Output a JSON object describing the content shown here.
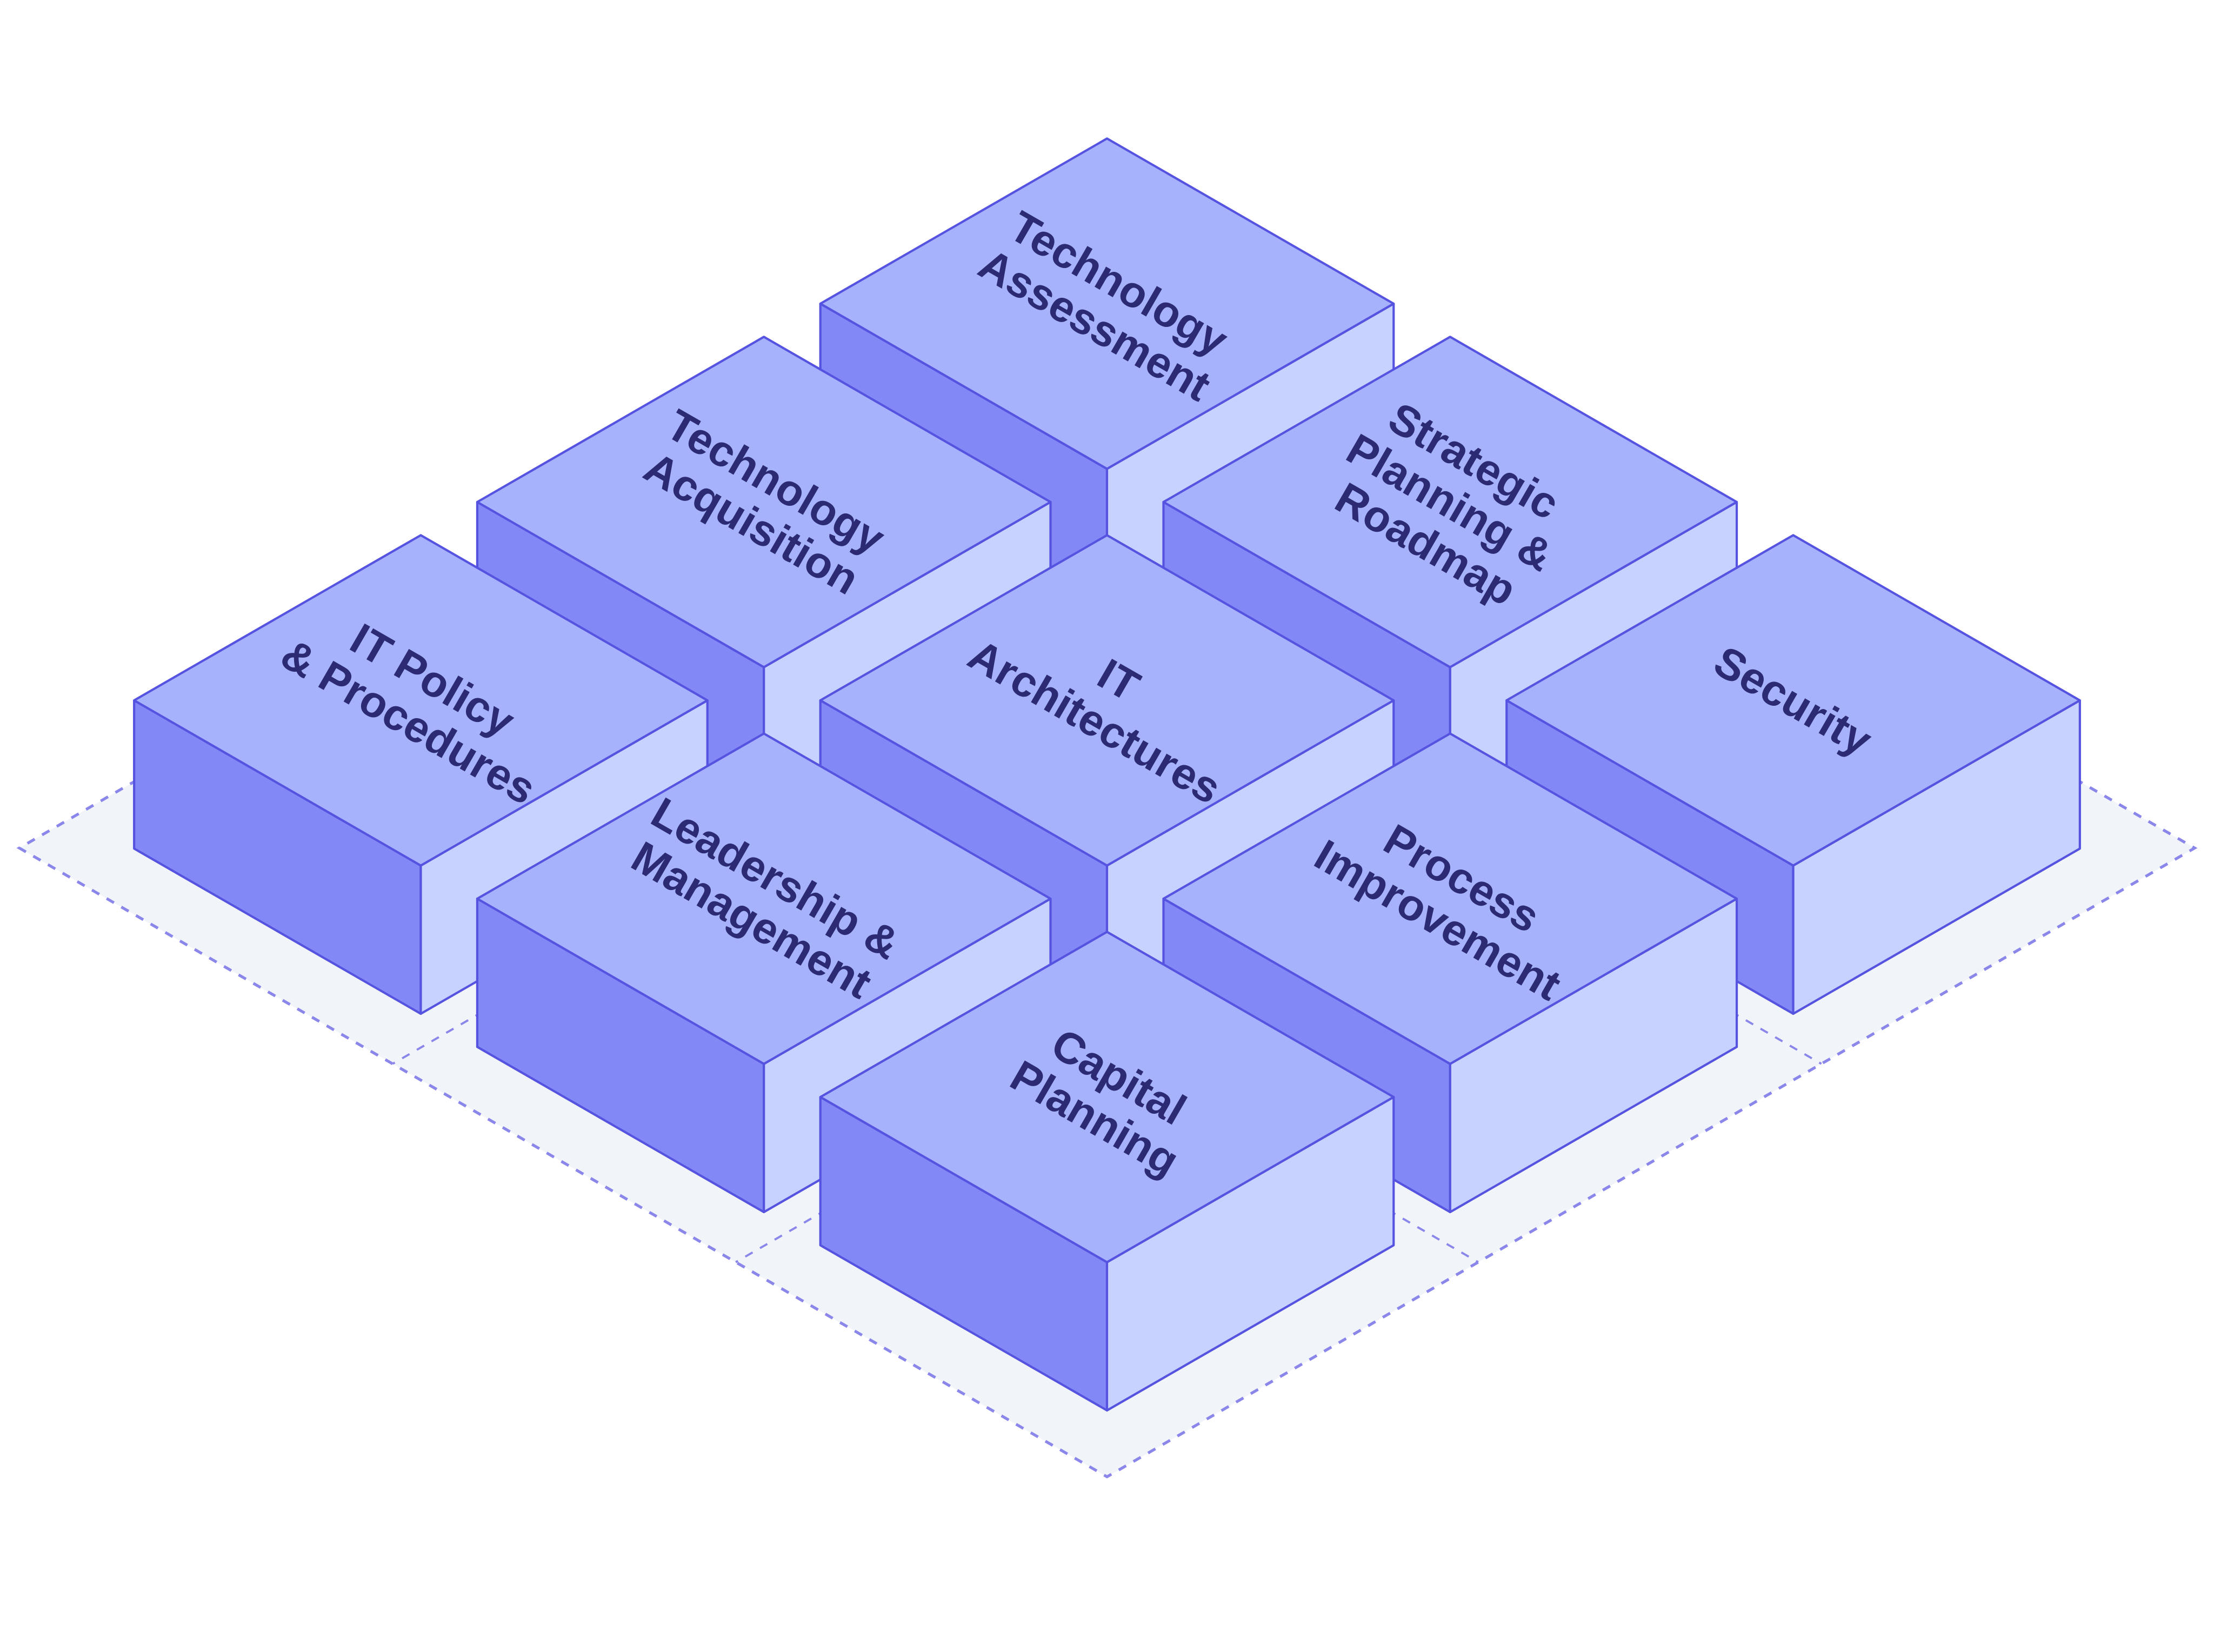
{
  "diagram": {
    "colors": {
      "top": "#a6b2fc",
      "left": "#8289f6",
      "right": "#c7d2fe",
      "stroke": "#5553e0",
      "floor": "#f1f4f9",
      "floor_dash": "#8b86ea",
      "text": "#2b2a72"
    },
    "blocks": [
      {
        "row": 0,
        "col": 0,
        "lines": [
          "Technology",
          "Assessment"
        ]
      },
      {
        "row": 0,
        "col": 1,
        "lines": [
          "Strategic",
          "Planning &",
          "Roadmap"
        ]
      },
      {
        "row": 0,
        "col": 2,
        "lines": [
          "Security"
        ]
      },
      {
        "row": 1,
        "col": 0,
        "lines": [
          "Technology",
          "Acquisition"
        ]
      },
      {
        "row": 1,
        "col": 1,
        "lines": [
          "IT",
          "Architectures"
        ]
      },
      {
        "row": 1,
        "col": 2,
        "lines": [
          "Process",
          "Improvement"
        ]
      },
      {
        "row": 2,
        "col": 0,
        "lines": [
          "IT Policy",
          "& Procedures"
        ]
      },
      {
        "row": 2,
        "col": 1,
        "lines": [
          "Leadership &",
          "Management"
        ]
      },
      {
        "row": 2,
        "col": 2,
        "lines": [
          "Capital",
          "Planning"
        ]
      }
    ]
  }
}
